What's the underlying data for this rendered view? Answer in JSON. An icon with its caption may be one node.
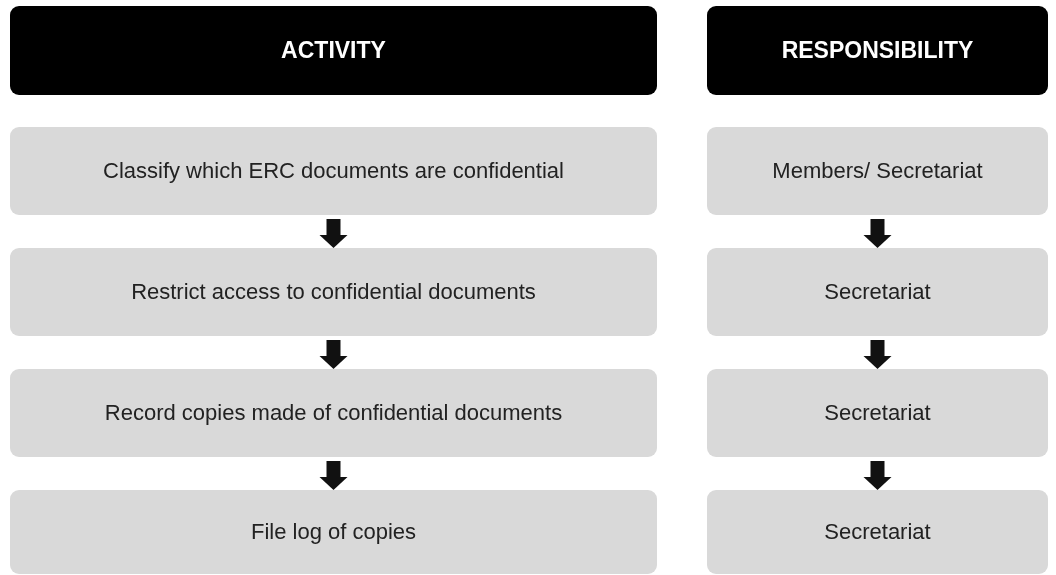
{
  "diagram": {
    "nodes": [
      {
        "text": [
          "ACTIVITY"
        ]
      },
      {
        "text": [
          "RESPONSIBILITY"
        ]
      },
      {
        "text": [
          "Classify which ERC documents are confidential"
        ]
      },
      {
        "text": [
          "Members/ Secretariat"
        ]
      },
      {
        "text": [
          "Restrict access to confidential documents"
        ]
      },
      {
        "text": [
          "Secretariat"
        ]
      },
      {
        "text": [
          "Record copies made of confidential documents"
        ]
      },
      {
        "text": [
          "Secretariat"
        ]
      },
      {
        "text": [
          "File log of copies"
        ]
      },
      {
        "text": [
          "Secretariat"
        ]
      }
    ],
    "edges": [
      {
        "from": 2,
        "to": 4,
        "arrow": "to"
      },
      {
        "from": 4,
        "to": 6,
        "arrow": "to"
      },
      {
        "from": 6,
        "to": 8,
        "arrow": "to"
      },
      {
        "from": 3,
        "to": 5,
        "arrow": "to"
      },
      {
        "from": 5,
        "to": 7,
        "arrow": "to"
      },
      {
        "from": 7,
        "to": 9,
        "arrow": "to"
      }
    ]
  }
}
